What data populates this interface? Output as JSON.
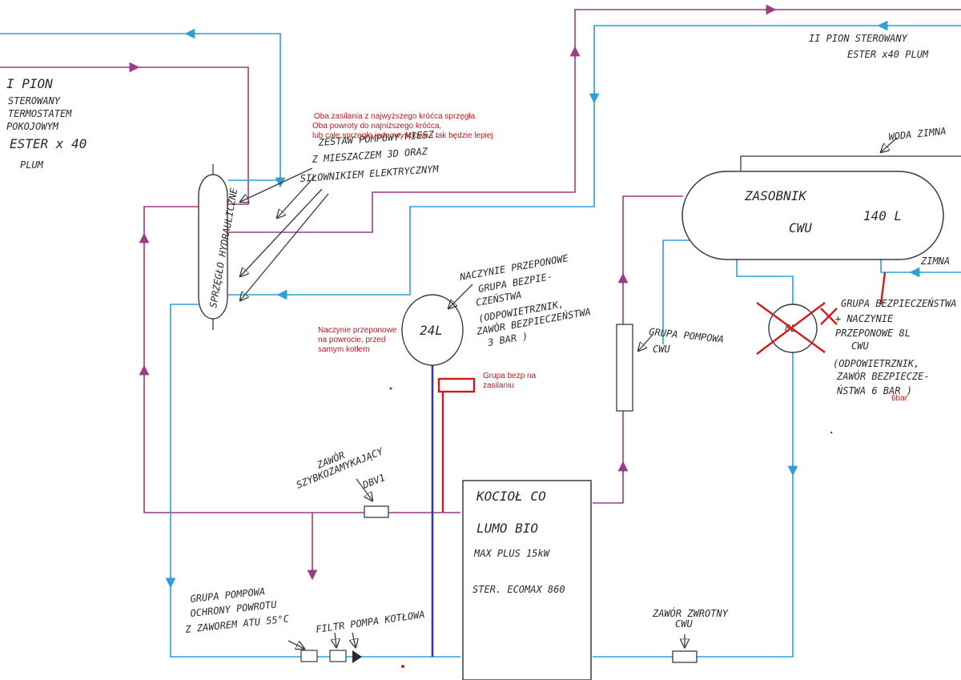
{
  "colors": {
    "supply": "#9c3c86",
    "return": "#2fa0d6",
    "ink": "#3a3a3a",
    "annotation": "#c0161b",
    "expansion_line": "#3238b4"
  },
  "labels": {
    "riser1": [
      "I PION",
      "STEROWANY",
      "TERMOSTATEM",
      "POKOJOWYM",
      "ESTER x 40",
      "PLUM"
    ],
    "riser2": [
      "II PION STEROWANY",
      "ESTER x40 PLUM"
    ],
    "pump_set": [
      "ZESTAW POMPOWY MIESZ.",
      "Z MIESZACZEM 3D ORAZ",
      "SIŁOWNIKIEM ELEKTRYCZNYM"
    ],
    "coupler": "SPRZĘGŁO HYDRAULICZNE",
    "tank_title": "ZASOBNIK",
    "tank_sub": "CWU",
    "tank_volume": "140 L",
    "cold_water": "WODA ZIMNA",
    "cold_short": "ZIMNA",
    "dhw_pump": [
      "GRUPA POMPOWA",
      "CWU"
    ],
    "safety_group_dhw": [
      "GRUPA BEZPIECZEŃSTWA",
      "+ NACZYNIE",
      "PRZEPONOWE 8L",
      "CWU",
      "(ODPOWIETRZNIK,",
      "ZAWÓR BEZPIECZE-",
      "ŃSTWA 6 BAR )"
    ],
    "expansion_co": [
      "NACZYNIE PRZEPONOWE",
      "GRUPA BEZPIE-",
      "CZEŃSTWA",
      "(ODPOWIETRZNIK,",
      "ZAWÓR BEZPIECZEŃSTWA",
      "3 BAR )"
    ],
    "vessel_co": "24L",
    "vessel_dhw": "8L",
    "boiler": [
      "KOCIOŁ CO",
      "LUMO BIO",
      "MAX PLUS 15kW",
      "STER. ECOMAX 860"
    ],
    "shutoff_valve": [
      "ZAWÓR",
      "SZYBKOZAMYKAJĄCY",
      "DBV1"
    ],
    "boiler_pump_group": [
      "GRUPA POMPOWA",
      "OCHRONY POWROTU",
      "Z ZAWOREM ATU 55°C"
    ],
    "filter_pump": "FILTR POMPA KOTŁOWA",
    "check_valve": [
      "ZAWÓR ZWROTNY",
      "CWU"
    ]
  },
  "annotations": {
    "coupler_note": [
      "Oba zasilania z najwyższego króćca sprzęgła",
      "Oba powroty do najniższego króćca,",
      "lub całe sprzęgło jednowyściowe - tak będzie lepiej"
    ],
    "vessel_note": [
      "Naczynie przeponowe",
      "na powrocie, przed",
      "samym kotłem"
    ],
    "safety_note": [
      "Grupa bezp na",
      "zasilaniu"
    ],
    "bar_fix": "6bar"
  }
}
